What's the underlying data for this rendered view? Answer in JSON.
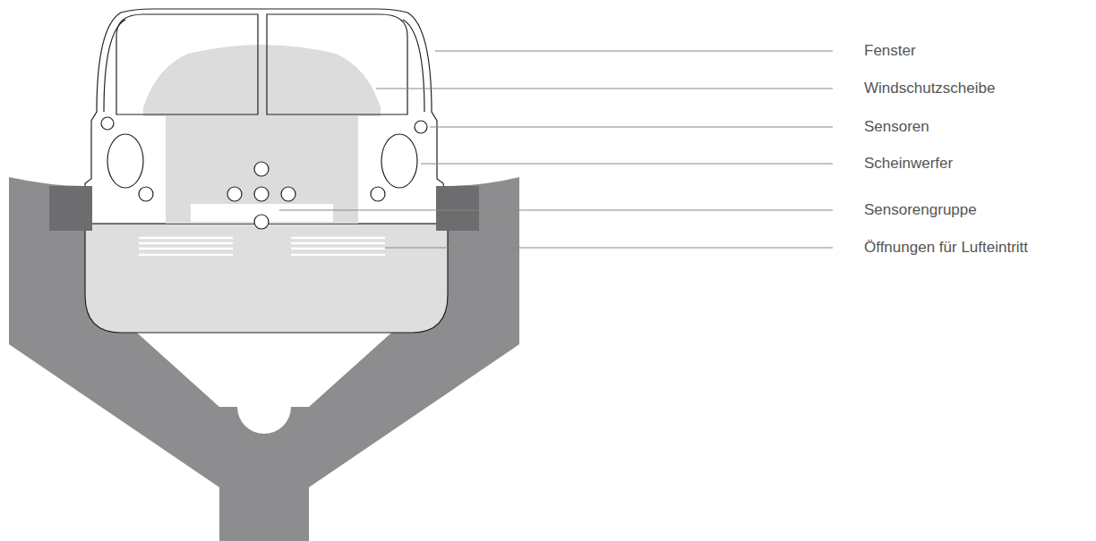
{
  "diagram": {
    "labels": [
      "Fenster",
      "Windschutzscheibe",
      "Sensoren",
      "Scheinwerfer",
      "Sensorengruppe",
      "Öffnungen für Lufteintritt"
    ]
  }
}
